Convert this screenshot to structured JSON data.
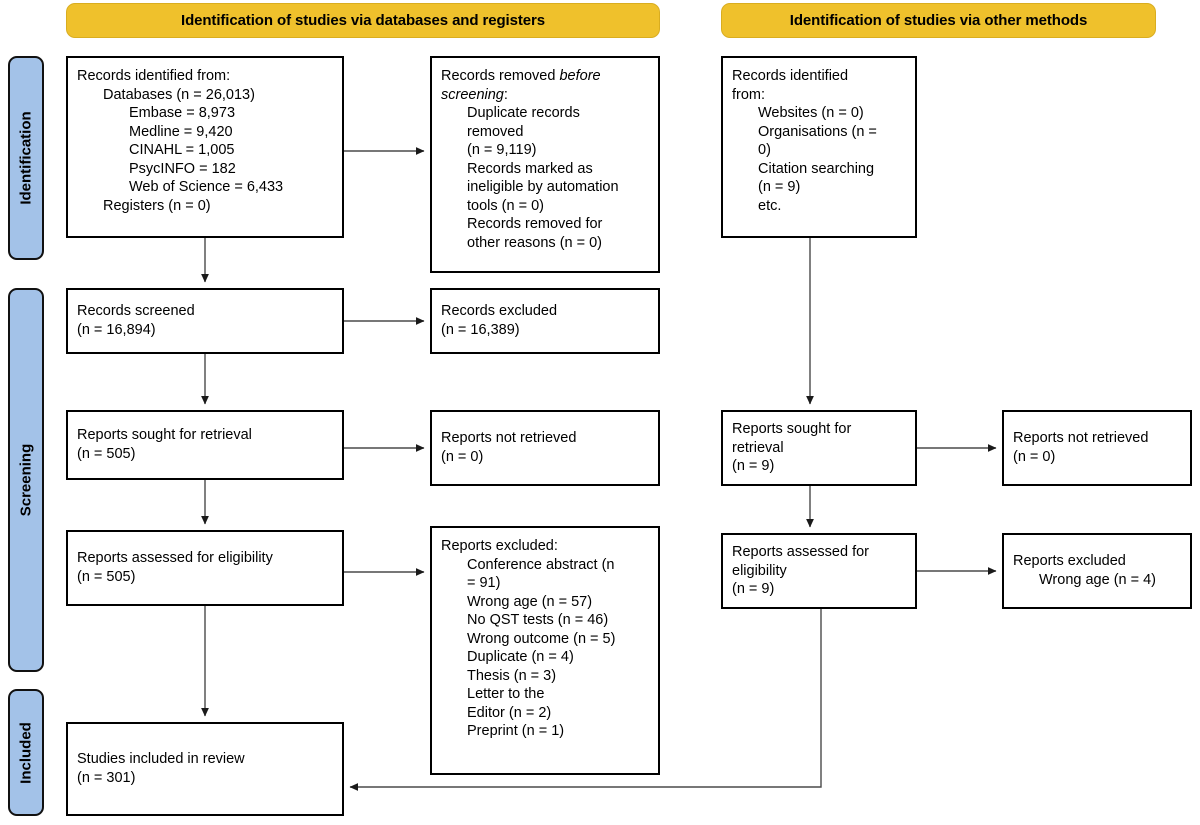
{
  "headers": [
    {
      "id": "databases",
      "label": "Identification of studies via databases and registers"
    },
    {
      "id": "other",
      "label": "Identification of studies via other methods"
    }
  ],
  "stages": [
    {
      "id": "identification",
      "label": "Identification"
    },
    {
      "id": "screening",
      "label": "Screening"
    },
    {
      "id": "included",
      "label": "Included"
    }
  ],
  "colors": {
    "header_fill": "#efc12c",
    "stage_fill": "#a3c2e8",
    "box_border": "#000000",
    "page_background": "#ffffff"
  },
  "boxes": {
    "records_identified": {
      "name": "Records identified from (databases)",
      "lines": [
        {
          "text": "Records identified from:",
          "indent": 0
        },
        {
          "text": "Databases (n = 26,013)",
          "indent": 1
        },
        {
          "text": "Embase = 8,973",
          "indent": 2
        },
        {
          "text": "Medline = 9,420",
          "indent": 2
        },
        {
          "text": "CINAHL = 1,005",
          "indent": 2
        },
        {
          "text": "PsycINFO = 182",
          "indent": 2
        },
        {
          "text": "Web of Science = 6,433",
          "indent": 2
        },
        {
          "text": "Registers (n = 0)",
          "indent": 1
        }
      ]
    },
    "records_removed": {
      "name": "Records removed before screening",
      "lines": [
        {
          "text": "Records removed ",
          "indent": 0,
          "italic_tail": "before"
        },
        {
          "text": "screening",
          "indent": 0,
          "italic_head": true,
          "tail": ":"
        },
        {
          "text": "Duplicate records",
          "indent": 1
        },
        {
          "text": "removed",
          "indent": 1
        },
        {
          "text": "(n = 9,119)",
          "indent": 1
        },
        {
          "text": "Records marked as",
          "indent": 1
        },
        {
          "text": "ineligible by automation",
          "indent": 1
        },
        {
          "text": "tools (n = 0)",
          "indent": 1
        },
        {
          "text": "Records removed for",
          "indent": 1
        },
        {
          "text": "other reasons (n = 0)",
          "indent": 1
        }
      ]
    },
    "records_screened": {
      "name": "Records screened",
      "lines": [
        {
          "text": "Records screened",
          "indent": 0
        },
        {
          "text": "(n = 16,894)",
          "indent": 0
        }
      ]
    },
    "records_excluded": {
      "name": "Records excluded",
      "lines": [
        {
          "text": "Records excluded",
          "indent": 0
        },
        {
          "text": "(n = 16,389)",
          "indent": 0
        }
      ]
    },
    "reports_sought": {
      "name": "Reports sought for retrieval",
      "lines": [
        {
          "text": "Reports sought for retrieval",
          "indent": 0
        },
        {
          "text": "(n = 505)",
          "indent": 0
        }
      ]
    },
    "reports_not_retrieved": {
      "name": "Reports not retrieved",
      "lines": [
        {
          "text": "Reports not retrieved",
          "indent": 0
        },
        {
          "text": "(n = 0)",
          "indent": 0
        }
      ]
    },
    "reports_assessed": {
      "name": "Reports assessed for eligibility",
      "lines": [
        {
          "text": "Reports assessed for eligibility",
          "indent": 0
        },
        {
          "text": "(n = 505)",
          "indent": 0
        }
      ]
    },
    "reports_excluded": {
      "name": "Reports excluded with reasons",
      "lines": [
        {
          "text": "Reports excluded:",
          "indent": 0
        },
        {
          "text": "Conference abstract (n",
          "indent": 1
        },
        {
          "text": "= 91)",
          "indent": 1
        },
        {
          "text": "Wrong age (n = 57)",
          "indent": 1
        },
        {
          "text": "No QST tests (n = 46)",
          "indent": 1
        },
        {
          "text": "Wrong outcome (n = 5)",
          "indent": 1
        },
        {
          "text": "Duplicate (n = 4)",
          "indent": 1
        },
        {
          "text": "Thesis (n = 3)",
          "indent": 1
        },
        {
          "text": "Letter to the",
          "indent": 1
        },
        {
          "text": "Editor (n = 2)",
          "indent": 1
        },
        {
          "text": "Preprint (n = 1)",
          "indent": 1
        }
      ]
    },
    "studies_included": {
      "name": "Studies included in review",
      "lines": [
        {
          "text": "Studies included in review",
          "indent": 0
        },
        {
          "text": "(n = 301)",
          "indent": 0
        }
      ]
    },
    "other_identified": {
      "name": "Records identified from other methods",
      "lines": [
        {
          "text": "Records identified",
          "indent": 0
        },
        {
          "text": "from:",
          "indent": 0
        },
        {
          "text": "Websites (n = 0)",
          "indent": 1
        },
        {
          "text": "Organisations (n =",
          "indent": 1
        },
        {
          "text": "0)",
          "indent": 1
        },
        {
          "text": "Citation searching",
          "indent": 1
        },
        {
          "text": "(n = 9)",
          "indent": 1
        },
        {
          "text": "etc.",
          "indent": 1
        }
      ]
    },
    "other_sought": {
      "name": "Reports sought for retrieval (other)",
      "lines": [
        {
          "text": "Reports sought for",
          "indent": 0
        },
        {
          "text": "retrieval",
          "indent": 0
        },
        {
          "text": "(n = 9)",
          "indent": 0
        }
      ]
    },
    "other_not_retrieved": {
      "name": "Reports not retrieved (other)",
      "lines": [
        {
          "text": "Reports not retrieved",
          "indent": 0
        },
        {
          "text": "(n = 0)",
          "indent": 0
        }
      ]
    },
    "other_assessed": {
      "name": "Reports assessed for eligibility (other)",
      "lines": [
        {
          "text": "Reports assessed for",
          "indent": 0
        },
        {
          "text": "eligibility",
          "indent": 0
        },
        {
          "text": "(n = 9)",
          "indent": 0
        }
      ]
    },
    "other_excluded": {
      "name": "Reports excluded (other)",
      "lines": [
        {
          "text": "Reports excluded",
          "indent": 0
        },
        {
          "text": "Wrong age (n = 4)",
          "indent": 1
        }
      ]
    }
  }
}
